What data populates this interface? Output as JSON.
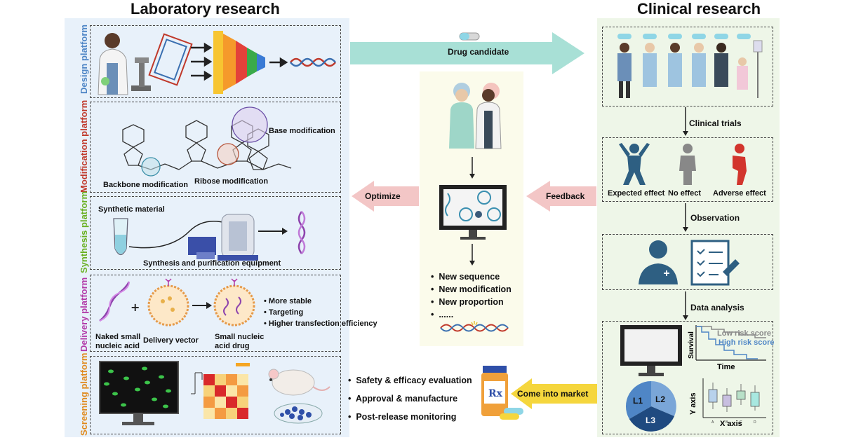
{
  "titles": {
    "lab": "Laboratory research",
    "clinical": "Clinical research"
  },
  "platforms": {
    "design": "Design platform",
    "modification": "Modification  platform",
    "synthesis": "Synthesis platform",
    "delivery": "Delivery platform",
    "screening": "Screening platform"
  },
  "modification": {
    "base": "Base modification",
    "backbone": "Backbone modification",
    "ribose": "Ribose modification"
  },
  "synthesis": {
    "material": "Synthetic material",
    "equipment": "Synthesis and  purification equipment"
  },
  "delivery": {
    "naked": "Naked small nucleic acid",
    "vector": "Delivery vector",
    "drug": "Small nucleic acid drug",
    "benefits": [
      "More stable",
      "Targeting",
      "Higher transfection efficiency"
    ]
  },
  "arrows": {
    "drug_candidate": "Drug candidate",
    "optimize": "Optimize",
    "feedback": "Feedback",
    "market": "Come into market"
  },
  "center_list": [
    "New sequence",
    "New modification",
    "New proportion",
    "......"
  ],
  "clinical": {
    "trials": "Clinical trials",
    "effects": [
      "Expected effect",
      "No effect",
      "Adverse effect"
    ],
    "observation": "Observation",
    "data_analysis": "Data analysis",
    "survival": {
      "low": "Low risk score",
      "high": "High risk score",
      "ylabel": "Survival",
      "xlabel": "Time"
    },
    "pie": [
      "L1",
      "L2",
      "L3"
    ],
    "box": {
      "ylabel": "Y axis",
      "xlabel": "X axis",
      "ticks": [
        "A",
        "B",
        "C",
        "D"
      ]
    }
  },
  "market_list": [
    "Safety & efficacy evaluation",
    "Approval & manufacture",
    "Post-release monitoring"
  ],
  "rx_label": "Rx",
  "colors": {
    "design": "#4f86c6",
    "modification": "#c0392b",
    "synthesis": "#6ab023",
    "delivery": "#b23aa8",
    "screening": "#e08a1e",
    "teal_arrow": "#a8e0d6",
    "pink_arrow": "#f3c6c6",
    "yellow_arrow": "#f5d63d"
  }
}
